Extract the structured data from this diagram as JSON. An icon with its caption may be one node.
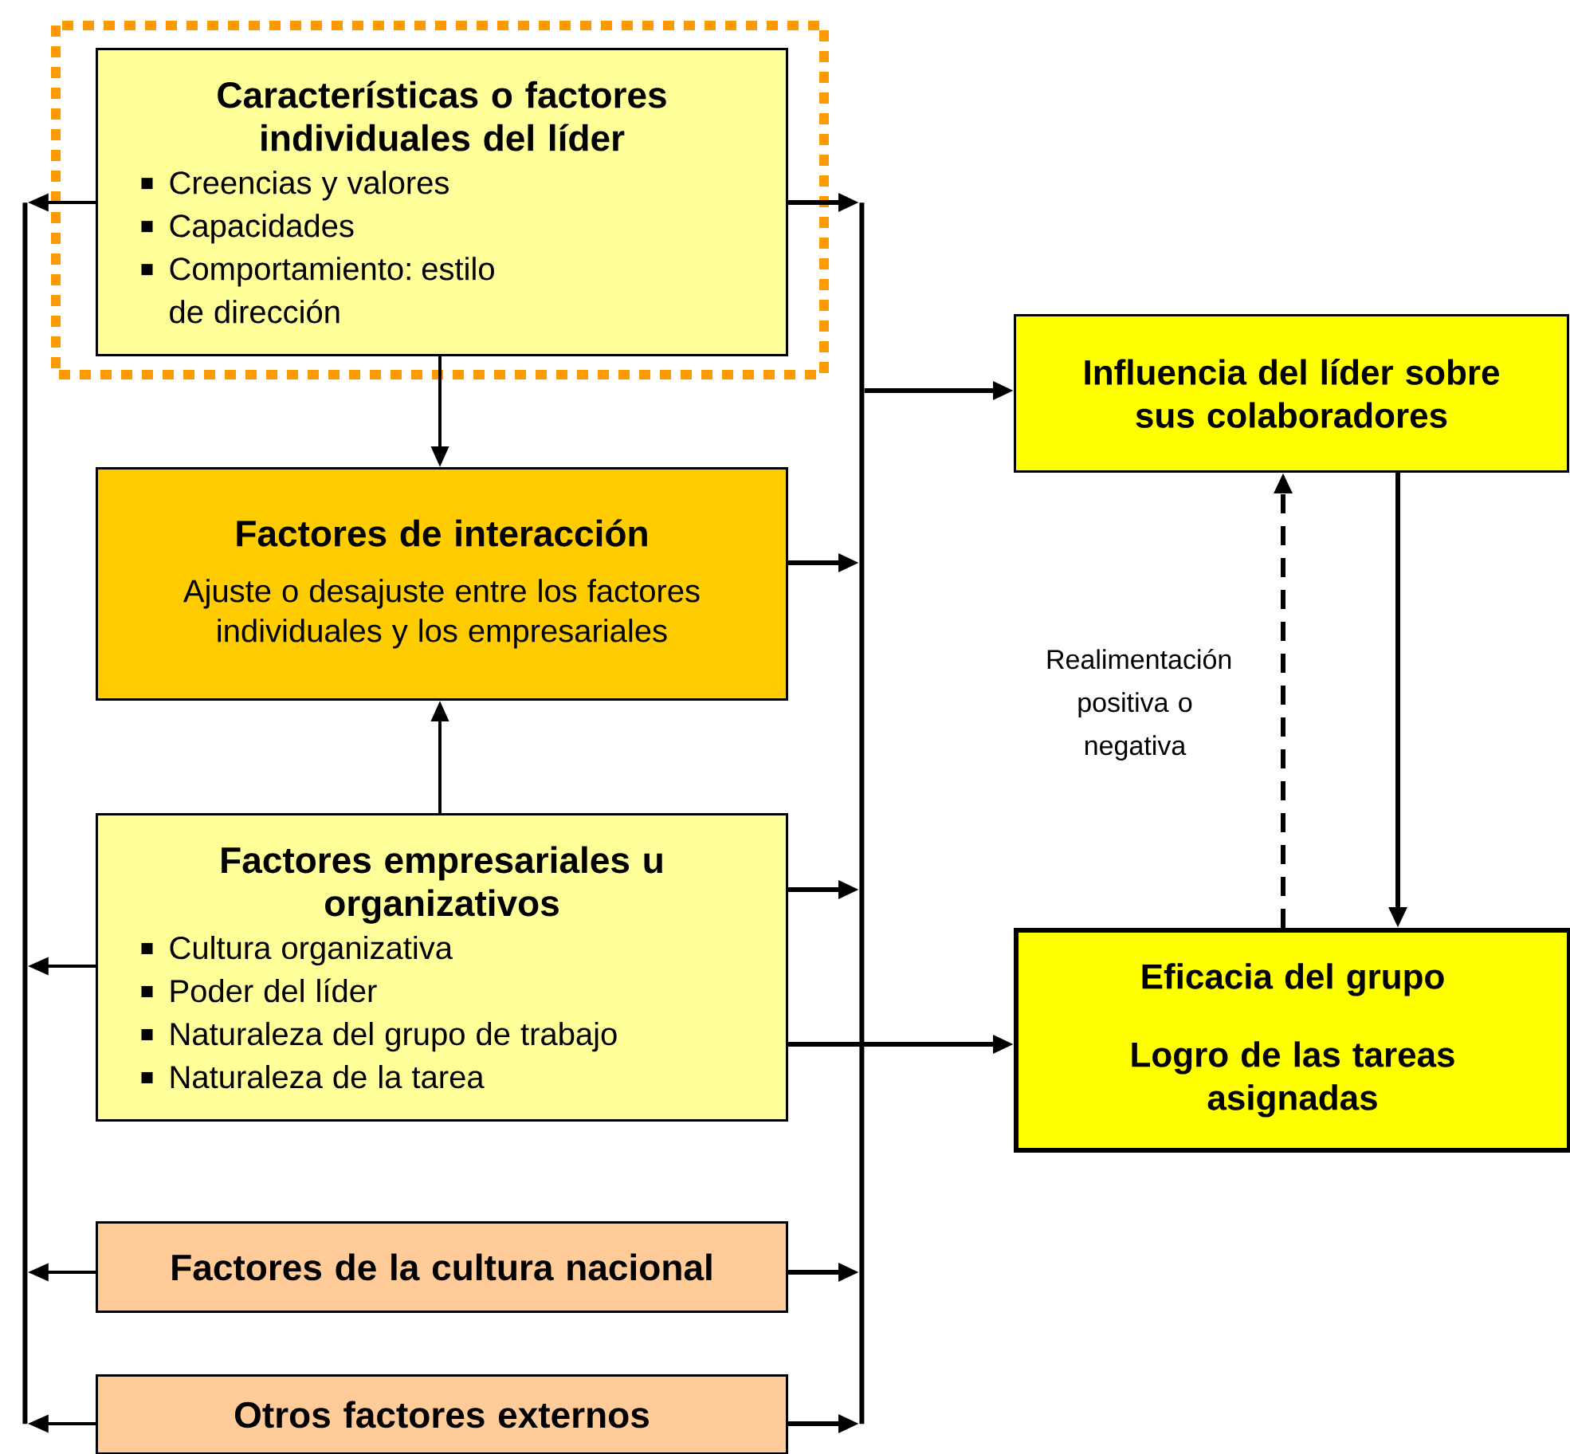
{
  "diagram": {
    "nodes": [
      {
        "text": [
          "Características o factores individuales del líder",
          "Creencias y valores",
          "Capacidades",
          "Comportamiento: estilo de dirección"
        ]
      },
      {
        "text": [
          "Factores de interacción",
          "Ajuste o desajuste entre los factores individuales y los empresariales"
        ]
      },
      {
        "text": [
          "Factores empresariales u organizativos",
          "Cultura organizativa",
          "Poder del líder",
          "Naturaleza del grupo de trabajo",
          "Naturaleza de la tarea"
        ]
      },
      {
        "text": [
          "Factores de la cultura nacional"
        ]
      },
      {
        "text": [
          "Otros factores externos"
        ]
      },
      {
        "text": [
          "Influencia del líder sobre sus colaboradores"
        ]
      },
      {
        "text": [
          "Eficacia del grupo",
          "Logro de las tareas asignadas"
        ]
      },
      {
        "text": [],
        "shape": "bar"
      },
      {
        "text": [],
        "shape": "bar"
      }
    ],
    "edges": [
      {
        "from": 0,
        "to": 1,
        "arrow": "to"
      },
      {
        "from": 2,
        "to": 1,
        "arrow": "to"
      },
      {
        "from": 0,
        "to": 7,
        "arrow": "to"
      },
      {
        "from": 2,
        "to": 7,
        "arrow": "to"
      },
      {
        "from": 3,
        "to": 7,
        "arrow": "to"
      },
      {
        "from": 4,
        "to": 7,
        "arrow": "to"
      },
      {
        "from": 0,
        "to": 8,
        "arrow": "to"
      },
      {
        "from": 1,
        "to": 8,
        "arrow": "to"
      },
      {
        "from": 2,
        "to": 8,
        "arrow": "to"
      },
      {
        "from": 3,
        "to": 8,
        "arrow": "to"
      },
      {
        "from": 4,
        "to": 8,
        "arrow": "to"
      },
      {
        "from": 8,
        "to": 5,
        "arrow": "to"
      },
      {
        "from": 2,
        "to": 6,
        "arrow": "to"
      },
      {
        "from": 5,
        "to": 6,
        "arrow": "to"
      },
      {
        "from": 6,
        "to": 5,
        "arrow": "to",
        "style": "dashed",
        "label": "Realimentación positiva o negativa"
      }
    ]
  }
}
